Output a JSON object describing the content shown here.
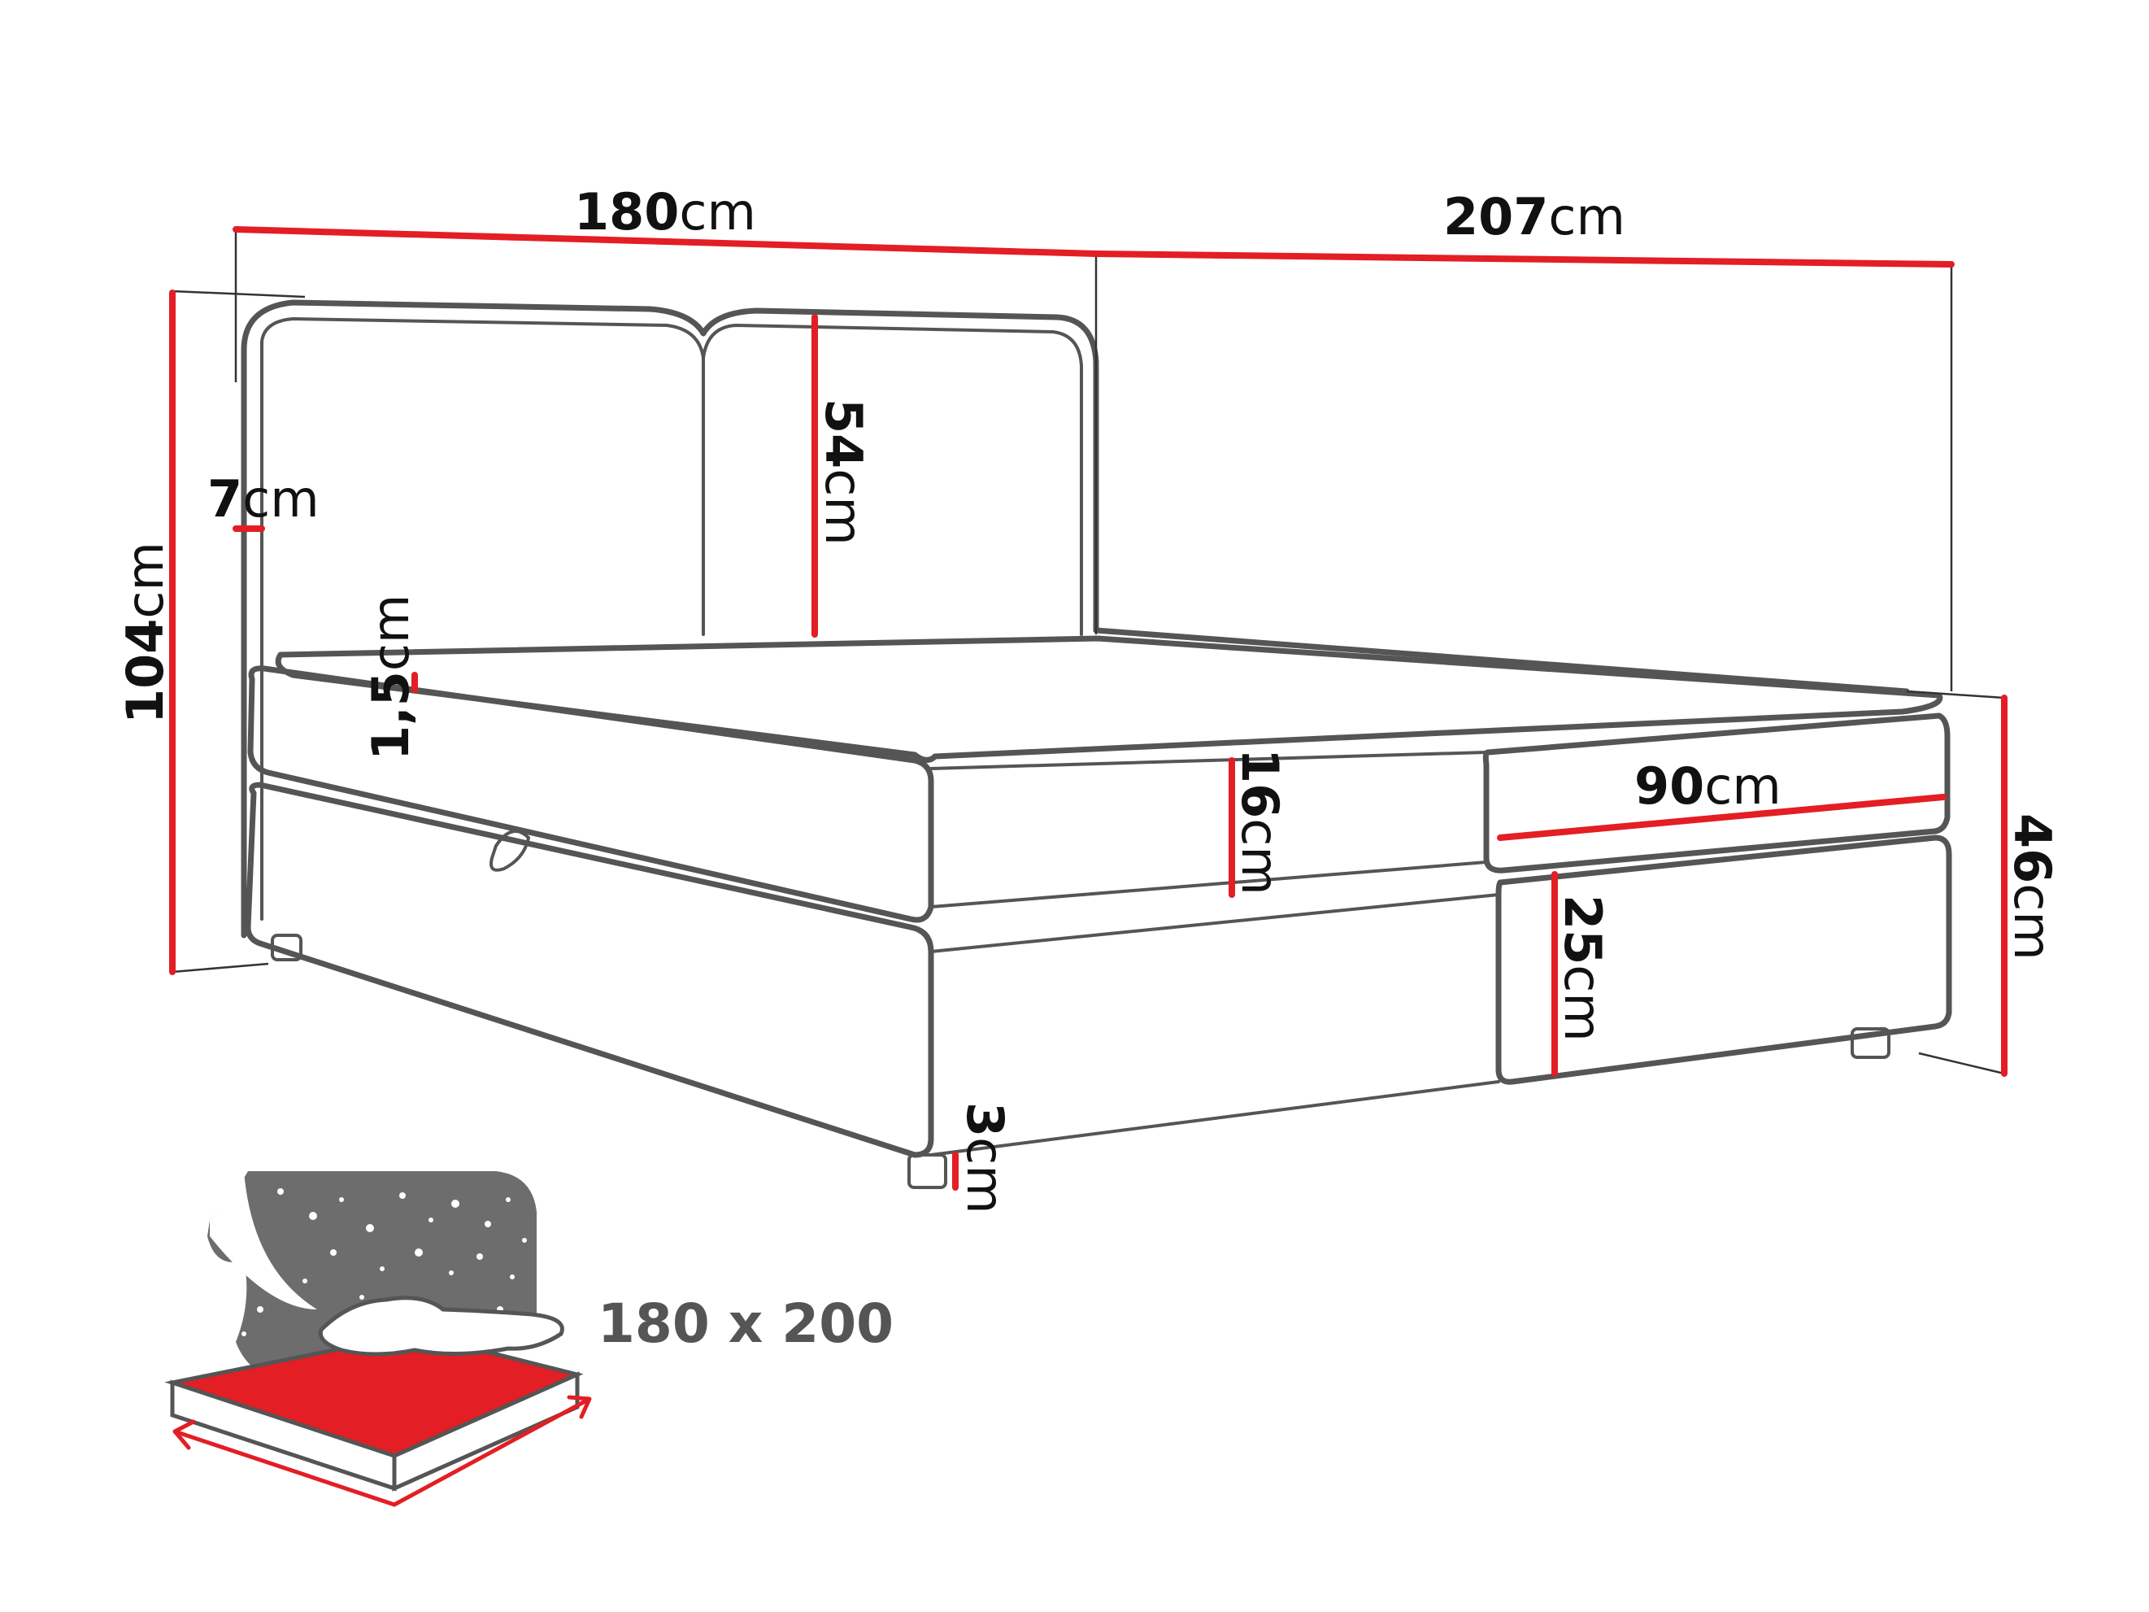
{
  "dimensions": {
    "width_total": {
      "value": "180",
      "unit": "cm"
    },
    "length_total": {
      "value": "207",
      "unit": "cm"
    },
    "height_total": {
      "value": "104",
      "unit": "cm"
    },
    "headboard_thickness": {
      "value": "7",
      "unit": "cm"
    },
    "headboard_height": {
      "value": "54",
      "unit": "cm"
    },
    "topper_height": {
      "value": "1,5",
      "unit": "cm"
    },
    "mattress_height": {
      "value": "16",
      "unit": "cm"
    },
    "half_width": {
      "value": "90",
      "unit": "cm"
    },
    "base_height": {
      "value": "25",
      "unit": "cm"
    },
    "side_height": {
      "value": "46",
      "unit": "cm"
    },
    "leg_height": {
      "value": "3",
      "unit": "cm"
    }
  },
  "sleeping_area": {
    "label": "180 x 200"
  },
  "colors": {
    "accent": "#e31e24",
    "outline": "#555555",
    "icon_gray": "#6d6d6d"
  }
}
